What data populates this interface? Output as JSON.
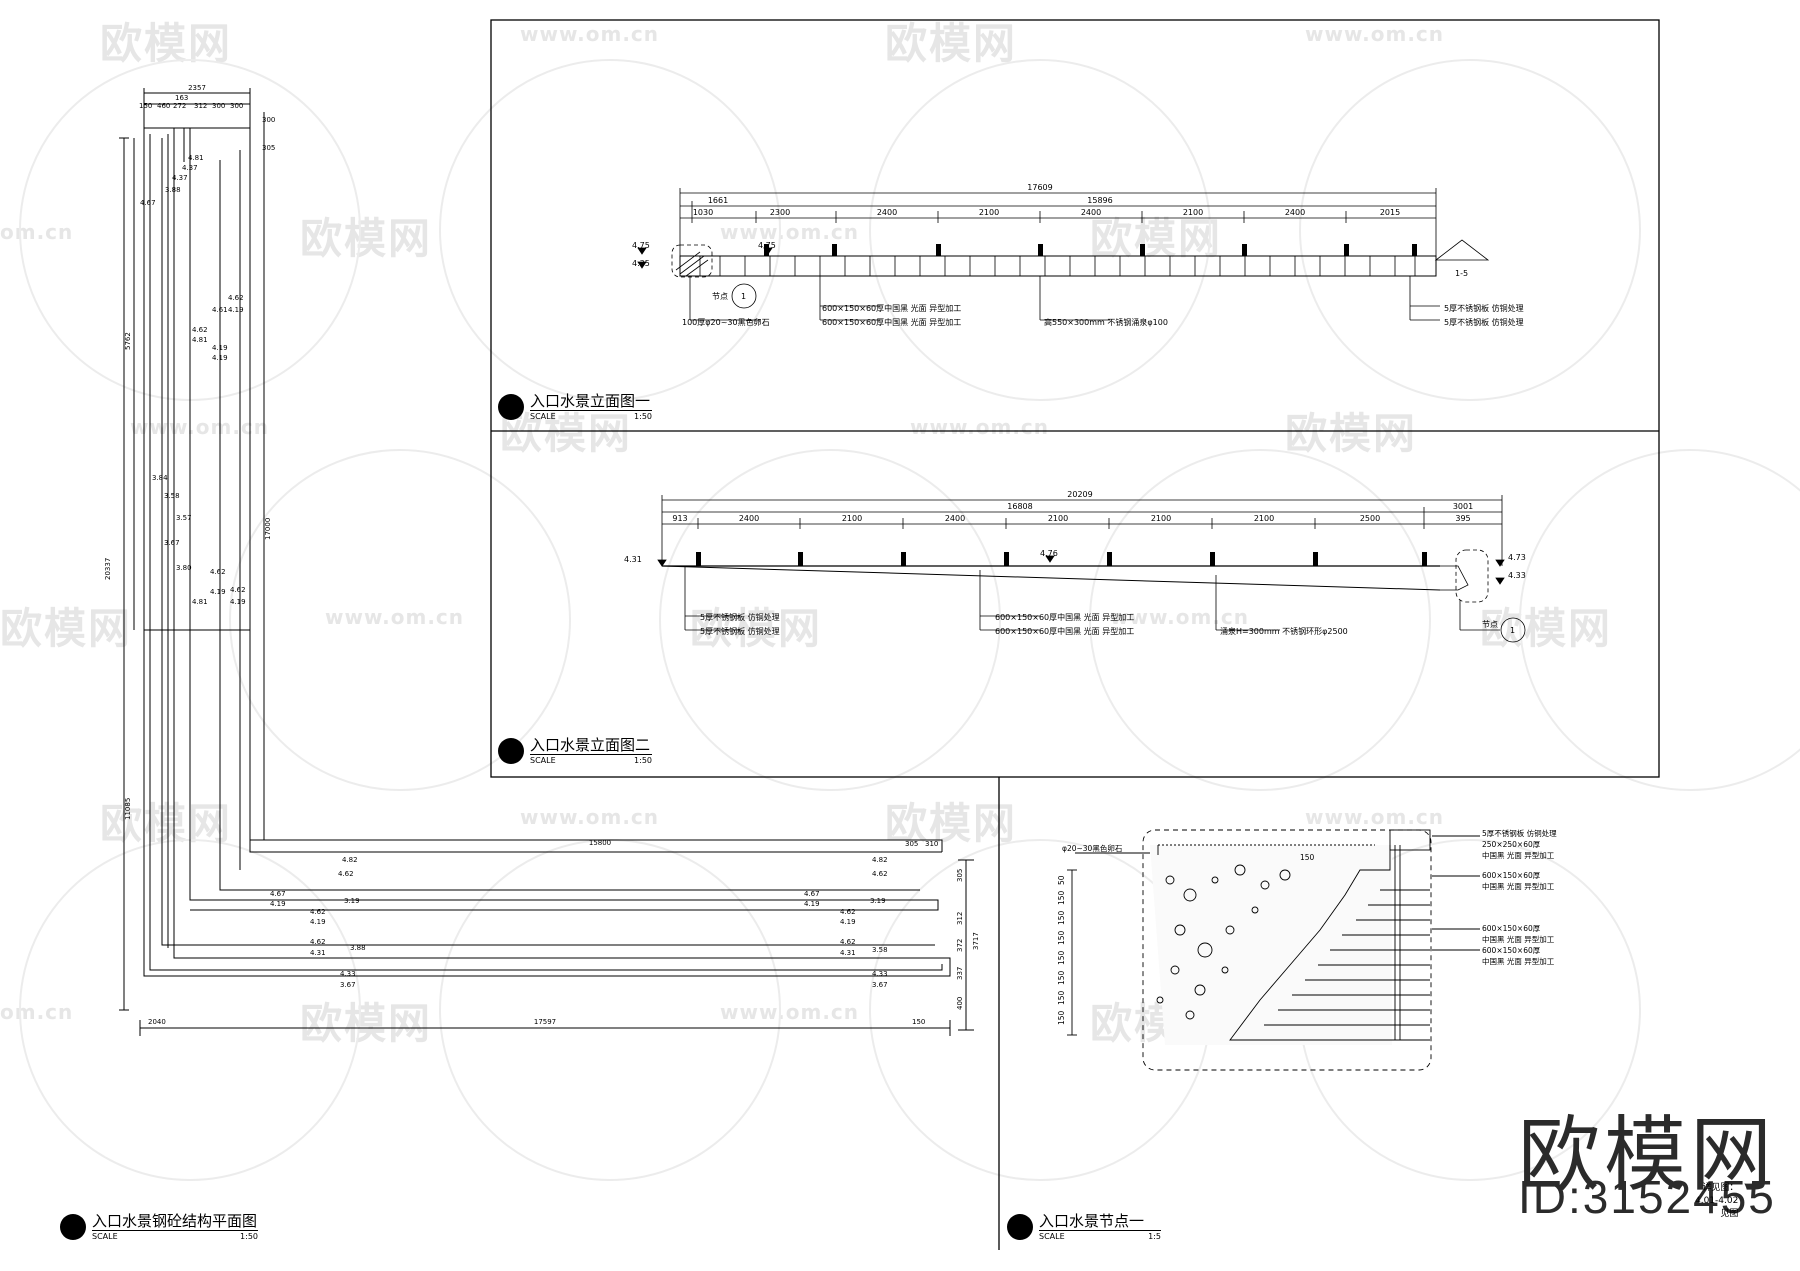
{
  "watermark": {
    "logo_text": "欧模网",
    "url_text": "www.om.cn",
    "edge_text": "om.cn"
  },
  "brand": {
    "logo": "欧模网",
    "id_label": "ID:3152455"
  },
  "titles": {
    "elevation_1": {
      "name": "入口水景立面图一",
      "scale_label": "SCALE",
      "scale": "1:50"
    },
    "elevation_2": {
      "name": "入口水景立面图二",
      "scale_label": "SCALE",
      "scale": "1:50"
    },
    "plan": {
      "name": "入口水景钢砼结构平面图",
      "scale_label": "SCALE",
      "scale": "1:50"
    },
    "detail": {
      "name": "入口水景节点一",
      "scale_label": "SCALE",
      "scale": "1:5"
    }
  },
  "corner_note": {
    "line1": "详见图：",
    "line2": "4.01-4.02",
    "line3": "见图"
  },
  "elevation_1": {
    "total": "17609",
    "dims_row2": [
      "1661",
      "15896"
    ],
    "dims_row3": [
      "1030",
      "2300",
      "2400",
      "2100",
      "2400",
      "2100",
      "2400",
      "2015"
    ],
    "levels": [
      "4.75",
      "4.35",
      "4.75"
    ],
    "notes": [
      "100厚φ20~30黑色卵石",
      "600×150×60厚中国黑 光面 异型加工",
      "600×150×60厚中国黑 光面 异型加工",
      "高550×300mm 不锈钢涌泉φ100",
      "5厚不锈钢板 仿铜处理",
      "5厚不锈钢板 仿铜处理"
    ],
    "section_marks": [
      "节点",
      "1",
      "1-5"
    ]
  },
  "elevation_2": {
    "total": "20209",
    "dims_row2": [
      "16808",
      "3001"
    ],
    "dims_row3": [
      "913",
      "2400",
      "2100",
      "2400",
      "2100",
      "2100",
      "2100",
      "2500",
      "395"
    ],
    "levels": [
      "4.31",
      "4.76",
      "4.73",
      "4.33"
    ],
    "notes": [
      "5厚不锈钢板 仿铜处理",
      "5厚不锈钢板 仿铜处理",
      "600×150×60厚中国黑 光面 异型加工",
      "600×150×60厚中国黑 光面 异型加工",
      "涌泉H=300mm 不锈钢环形φ2500"
    ],
    "section_marks": [
      "节点",
      "1"
    ]
  },
  "plan": {
    "top_total": "2357",
    "top_dims": [
      "150",
      "460",
      "272",
      "312",
      "300",
      "300"
    ],
    "top_sub": "163",
    "right_dim": "300",
    "right_dim2": "305",
    "side_total": "20337",
    "side_dims": [
      "5762",
      "11085"
    ],
    "inner_long": "17000",
    "inner_elevs_a": [
      "4.81",
      "4.37",
      "4.37",
      "3.88"
    ],
    "inner_elevs_b": [
      "4.61",
      "4.62",
      "4.19",
      "4.81",
      "4.62",
      "4.19",
      "4.19"
    ],
    "inner_elevs_c": [
      "3.84",
      "3.57",
      "3.58",
      "3.67",
      "3.80",
      "4.62",
      "4.19",
      "4.62",
      "4.81",
      "4.19"
    ],
    "left_elev": "4.67",
    "bottom_total": "17597",
    "bottom_left": "2040",
    "bottom_right": "150",
    "bottom_inner": "15800",
    "bottom_right_dims": [
      "305",
      "310"
    ],
    "right_total": "3717",
    "right_dims": [
      "305",
      "312",
      "372",
      "337",
      "400"
    ],
    "h_elevs": [
      "4.82",
      "4.62",
      "4.67",
      "4.19",
      "3.19",
      "4.62",
      "4.19",
      "4.62",
      "4.31",
      "3.88",
      "4.33",
      "3.67"
    ],
    "h_elevs_right": [
      "4.82",
      "4.62",
      "4.67",
      "4.19",
      "3.19",
      "4.62",
      "4.19",
      "4.62",
      "4.31",
      "3.58",
      "4.33",
      "3.67"
    ]
  },
  "detail": {
    "note_top_left": "φ20~30黑色卵石",
    "notes_right": [
      "5厚不锈钢板 仿铜处理",
      "250×250×60厚",
      "中国黑 光面 异型加工",
      "600×150×60厚",
      "中国黑 光面 异型加工",
      "600×150×60厚",
      "中国黑 光面 异型加工",
      "600×150×60厚",
      "中国黑 光面 异型加工"
    ],
    "dim_left": [
      "50",
      "150",
      "150",
      "150",
      "150",
      "150",
      "150",
      "150"
    ],
    "dim_top": "150"
  }
}
